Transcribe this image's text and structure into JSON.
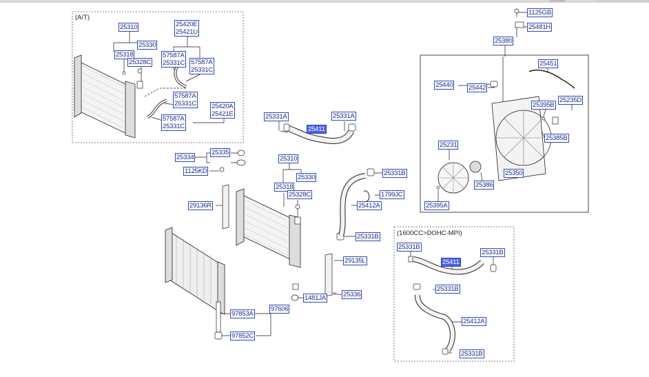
{
  "groups": {
    "at_title": "(A/T)",
    "dohc_title": "(1600CC>DOHC-MPI)"
  },
  "labels": {
    "at_25310": "25310",
    "at_25330": "25330",
    "at_25318": "25318",
    "at_25328c": "25328C",
    "at_25420e": "25420E",
    "at_25421u": "25421U",
    "at_57587a_1": "57587A",
    "at_25331c_1": "25331C",
    "at_57587a_2": "57587A",
    "at_25331c_2": "25331C",
    "at_57587a_3": "57587A",
    "at_25331c_3": "25331C",
    "at_25420a": "25420A",
    "at_25421e": "25421E",
    "at_57587a_4": "57587A",
    "at_25331c_4": "25331C",
    "p1125gb": "1125GB",
    "p25481h": "25481H",
    "p25380": "25380",
    "p25451": "25451",
    "p25440": "25440",
    "p25442": "25442",
    "p25395b": "25395B",
    "p25235d": "25235D",
    "p25385b": "25385B",
    "p25231": "25231",
    "p25350": "25350",
    "p25386": "25386",
    "p25395a": "25395A",
    "p25331a_l": "25331A",
    "p25331a_r": "25331A",
    "p25411": "25411",
    "p25334": "25334",
    "p25335": "25335",
    "p1125kd": "1125KD",
    "p25310": "25310",
    "p25330": "25330",
    "p25318": "25318",
    "p25328c": "25328C",
    "p25331b_top": "25331B",
    "p1799jc": "1799JC",
    "p25412a": "25412A",
    "p29136r": "29136R",
    "p25331b_mid": "25331B",
    "p29135l": "29135L",
    "p1481ja": "1481JA",
    "p25336": "25336",
    "p97606": "97606",
    "p97853a": "97853A",
    "p97852c": "97852C",
    "d25331b_l": "25331B",
    "d25411": "25411",
    "d25331b_r": "25331B",
    "d25331b_mid": "25331B",
    "d25412a": "25412A",
    "d25331b_bot": "25331B"
  },
  "colors": {
    "label_border": "#2b49b8",
    "label_text": "#1a2a8a",
    "highlight_fill": "#4a62e8",
    "line": "#1a1a1a",
    "dashed_frame": "#555555"
  }
}
